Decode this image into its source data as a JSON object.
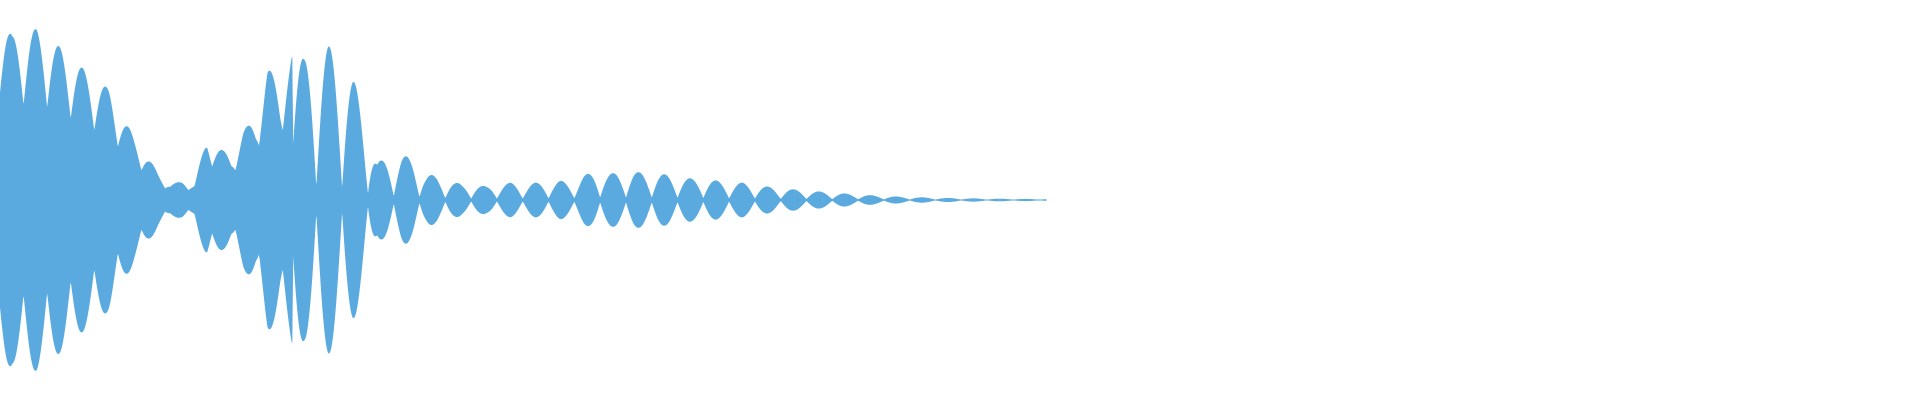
{
  "waveform": {
    "color": "#5aaae0",
    "background": "#ffffff",
    "amplitude_envelope": [
      1.0,
      0.86,
      0.88,
      0.9,
      0.85,
      0.8,
      0.74,
      0.68,
      0.63,
      0.58,
      0.45,
      0.33,
      0.24,
      0.14,
      0.08,
      0.1,
      0.08,
      0.33,
      0.28,
      0.22,
      0.37,
      0.42,
      0.7,
      0.6,
      0.77,
      0.74,
      0.79,
      0.81,
      0.74,
      0.64,
      0.46,
      0.2,
      0.22,
      0.24,
      0.21,
      0.14,
      0.12,
      0.1,
      0.08,
      0.08,
      0.07,
      0.08,
      0.09,
      0.08,
      0.09,
      0.09,
      0.1,
      0.09,
      0.13,
      0.15,
      0.14,
      0.14,
      0.15,
      0.14,
      0.14,
      0.13,
      0.12,
      0.11,
      0.11,
      0.1,
      0.09,
      0.09,
      0.08,
      0.07,
      0.06,
      0.056,
      0.05,
      0.045,
      0.04,
      0.035,
      0.03,
      0.026,
      0.022,
      0.019,
      0.016,
      0.014,
      0.012,
      0.01,
      0.009,
      0.008,
      0.007,
      0.006,
      0.005,
      0.005,
      0.004,
      0.004,
      0.003
    ],
    "duration_fraction": 0.545
  }
}
